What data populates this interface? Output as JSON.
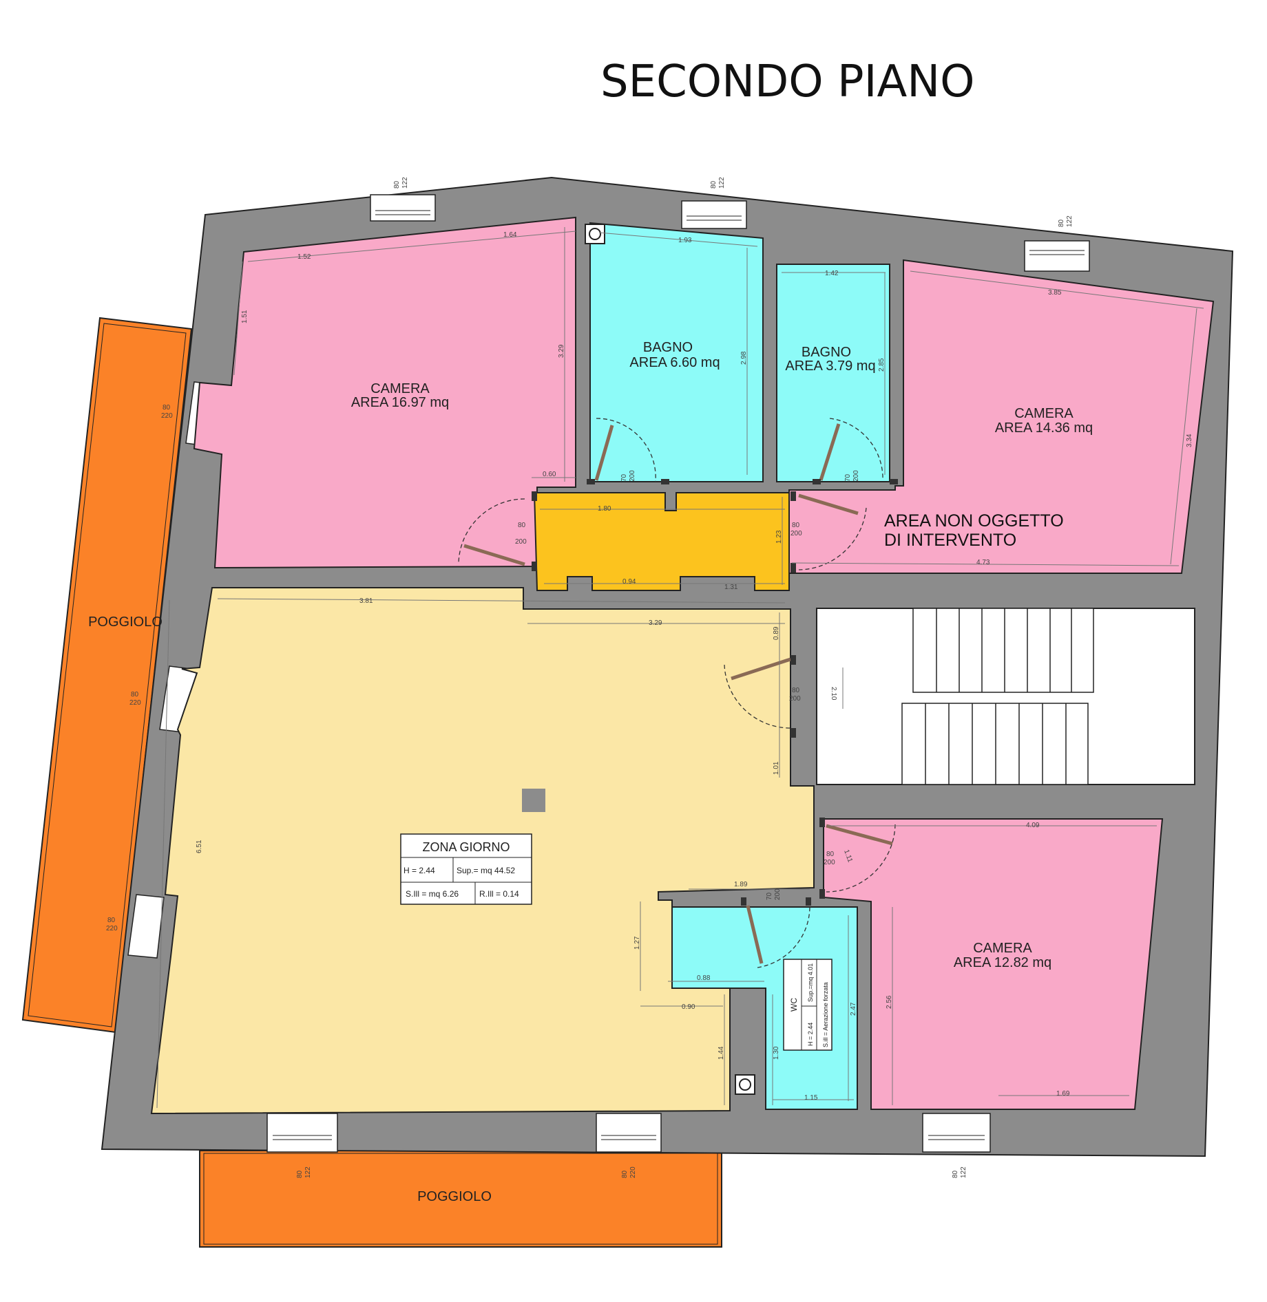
{
  "title": "SECONDO PIANO",
  "colors": {
    "wall": "#8c8c8c",
    "camera": "#f9a9c8",
    "bagno": "#8dfbf8",
    "corridoio": "#fcc31e",
    "zona_giorno": "#fbe7a6",
    "poggiolo": "#fb8228",
    "stairs": "#ffffff"
  },
  "rooms": {
    "camera_1": {
      "name": "CAMERA",
      "area": "AREA 16.97 mq"
    },
    "bagno_1": {
      "name": "BAGNO",
      "area": "AREA 6.60 mq"
    },
    "bagno_2": {
      "name": "BAGNO",
      "area": "AREA 3.79 mq"
    },
    "camera_2": {
      "name": "CAMERA",
      "area": "AREA 14.36 mq"
    },
    "camera_3": {
      "name": "CAMERA",
      "area": "AREA 12.82 mq"
    },
    "poggiolo_west": {
      "name": "POGGIOLO"
    },
    "poggiolo_south": {
      "name": "POGGIOLO"
    },
    "non_oggetto": {
      "line1": "AREA NON OGGETTO",
      "line2": "DI INTERVENTO"
    }
  },
  "zona_giorno_table": {
    "title": "ZONA GIORNO",
    "h": "H = 2.44",
    "sup": "Sup.= mq 44.52",
    "sill": "S.Ill = mq 6.26",
    "rill": "R.Ill = 0.14"
  },
  "wc_table": {
    "title": "WC",
    "h": "H = 2.44",
    "sup": "Sup.=mq 4.01",
    "sill": "S.ill = Aerazione forzata"
  },
  "window_labels": {
    "top_1": [
      "80",
      "122"
    ],
    "top_2": [
      "80",
      "122"
    ],
    "top_3": [
      "80",
      "122"
    ],
    "west_1": [
      "80",
      "220"
    ],
    "west_2": [
      "80",
      "220"
    ],
    "west_3": [
      "80",
      "220"
    ],
    "south_1": [
      "80",
      "122"
    ],
    "south_2": [
      "80",
      "220"
    ],
    "south_3": [
      "80",
      "122"
    ]
  },
  "door_labels": {
    "camera_1": [
      "80",
      "200"
    ],
    "bagno_1": [
      "70",
      "200"
    ],
    "bagno_2": [
      "70",
      "200"
    ],
    "camera_2": [
      "80",
      "200"
    ],
    "stair": [
      "80",
      "200"
    ],
    "camera_3": [
      "80",
      "200"
    ],
    "wc": [
      "70",
      "200"
    ]
  },
  "dimensions": {
    "d_152": "1.52",
    "d_164": "1.64",
    "d_151": "1.51",
    "d_329a": "3.29",
    "d_060": "0.60",
    "d_193": "1.93",
    "d_298": "2.98",
    "d_142": "1.42",
    "d_285": "2.85",
    "d_385": "3.85",
    "d_334": "3.34",
    "d_473": "4.73",
    "d_180": "1.80",
    "d_123": "1.23",
    "d_094": "0.94",
    "d_131": "1.31",
    "d_381": "3.81",
    "d_329b": "3.29",
    "d_089": "0.89",
    "d_210": "2.10",
    "d_101": "1.01",
    "d_651": "6.51",
    "d_189": "1.89",
    "d_127": "1.27",
    "d_088": "0.88",
    "d_090": "0.90",
    "d_144": "1.44",
    "d_130": "1.30",
    "d_115": "1.15",
    "d_247": "2.47",
    "d_409": "4.09",
    "d_111": "1.11",
    "d_256": "2.56",
    "d_169": "1.69"
  }
}
